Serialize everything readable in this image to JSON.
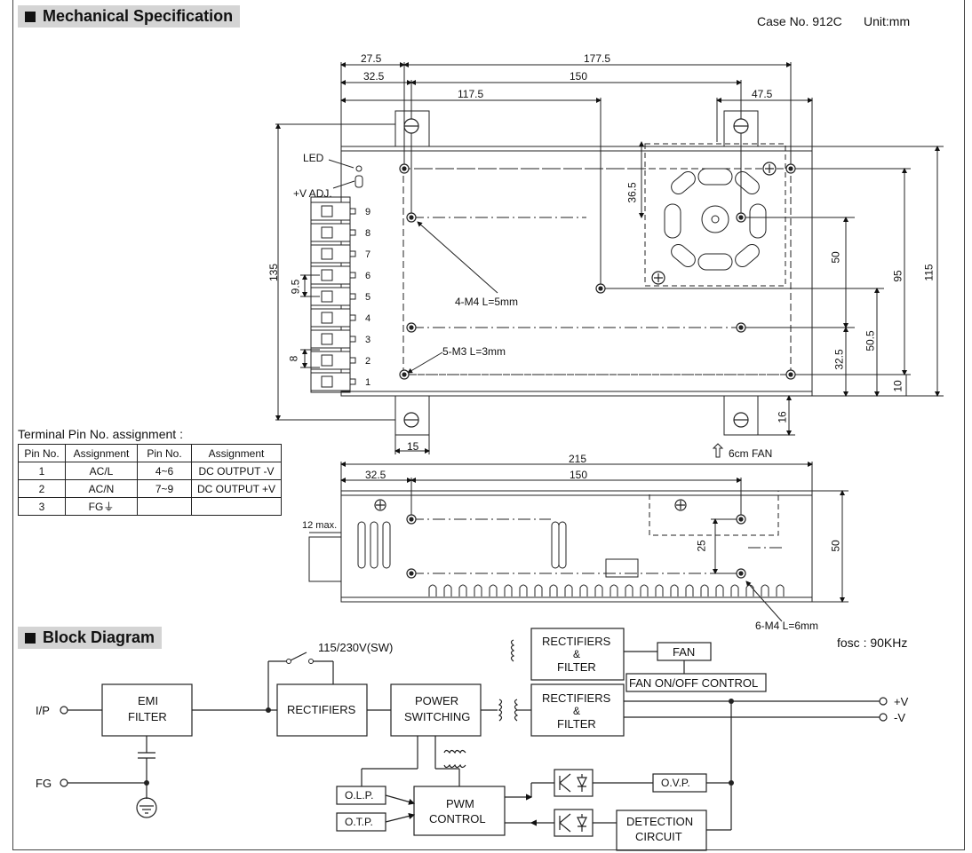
{
  "header": {
    "mechanical_title": "Mechanical Specification",
    "case_info": "Case No. 912C",
    "unit_info": "Unit:mm",
    "block_title": "Block Diagram",
    "fosc": "fosc : 90KHz"
  },
  "top_view": {
    "dims": {
      "d27_5": "27.5",
      "d177_5": "177.5",
      "d32_5": "32.5",
      "d150": "150",
      "d117_5": "117.5",
      "d47_5": "47.5",
      "d135": "135",
      "d36_5": "36.5",
      "d50": "50",
      "d95": "95",
      "d115": "115",
      "d9_5": "9.5",
      "d8": "8",
      "d32_5b": "32.5",
      "d50_5": "50.5",
      "d10": "10",
      "d16": "16",
      "d15": "15"
    },
    "labels": {
      "led": "LED",
      "vadj": "+V ADJ.",
      "m4": "4-M4 L=5mm",
      "m3": "5-M3 L=3mm",
      "fan": "6cm FAN"
    },
    "pins": [
      "9",
      "8",
      "7",
      "6",
      "5",
      "4",
      "3",
      "2",
      "1"
    ]
  },
  "pin_table": {
    "title": "Terminal Pin No. assignment :",
    "headers": [
      "Pin No.",
      "Assignment",
      "Pin No.",
      "Assignment"
    ],
    "rows": [
      [
        "1",
        "AC/L",
        "4~6",
        "DC OUTPUT -V"
      ],
      [
        "2",
        "AC/N",
        "7~9",
        "DC OUTPUT +V"
      ],
      [
        "3",
        "FG⏚",
        "",
        ""
      ]
    ]
  },
  "side_view": {
    "dims": {
      "d215": "215",
      "d32_5": "32.5",
      "d150": "150",
      "d12max": "12 max.",
      "d25": "25",
      "d50": "50"
    },
    "labels": {
      "m4": "6-M4 L=6mm"
    }
  },
  "block": {
    "ip": "I/P",
    "fg": "FG",
    "emi_1": "EMI",
    "emi_2": "FILTER",
    "switch": "115/230V(SW)",
    "rect": "RECTIFIERS",
    "power_1": "POWER",
    "power_2": "SWITCHING",
    "rf_top_1": "RECTIFIERS",
    "rf_top_2": "&",
    "rf_top_3": "FILTER",
    "rf_mid_1": "RECTIFIERS",
    "rf_mid_2": "&",
    "rf_mid_3": "FILTER",
    "fan": "FAN",
    "fan_ctrl": "FAN ON/OFF CONTROL",
    "vplus": "+V",
    "vminus": "-V",
    "olp": "O.L.P.",
    "otp": "O.T.P.",
    "pwm_1": "PWM",
    "pwm_2": "CONTROL",
    "ovp": "O.V.P.",
    "det_1": "DETECTION",
    "det_2": "CIRCUIT"
  }
}
